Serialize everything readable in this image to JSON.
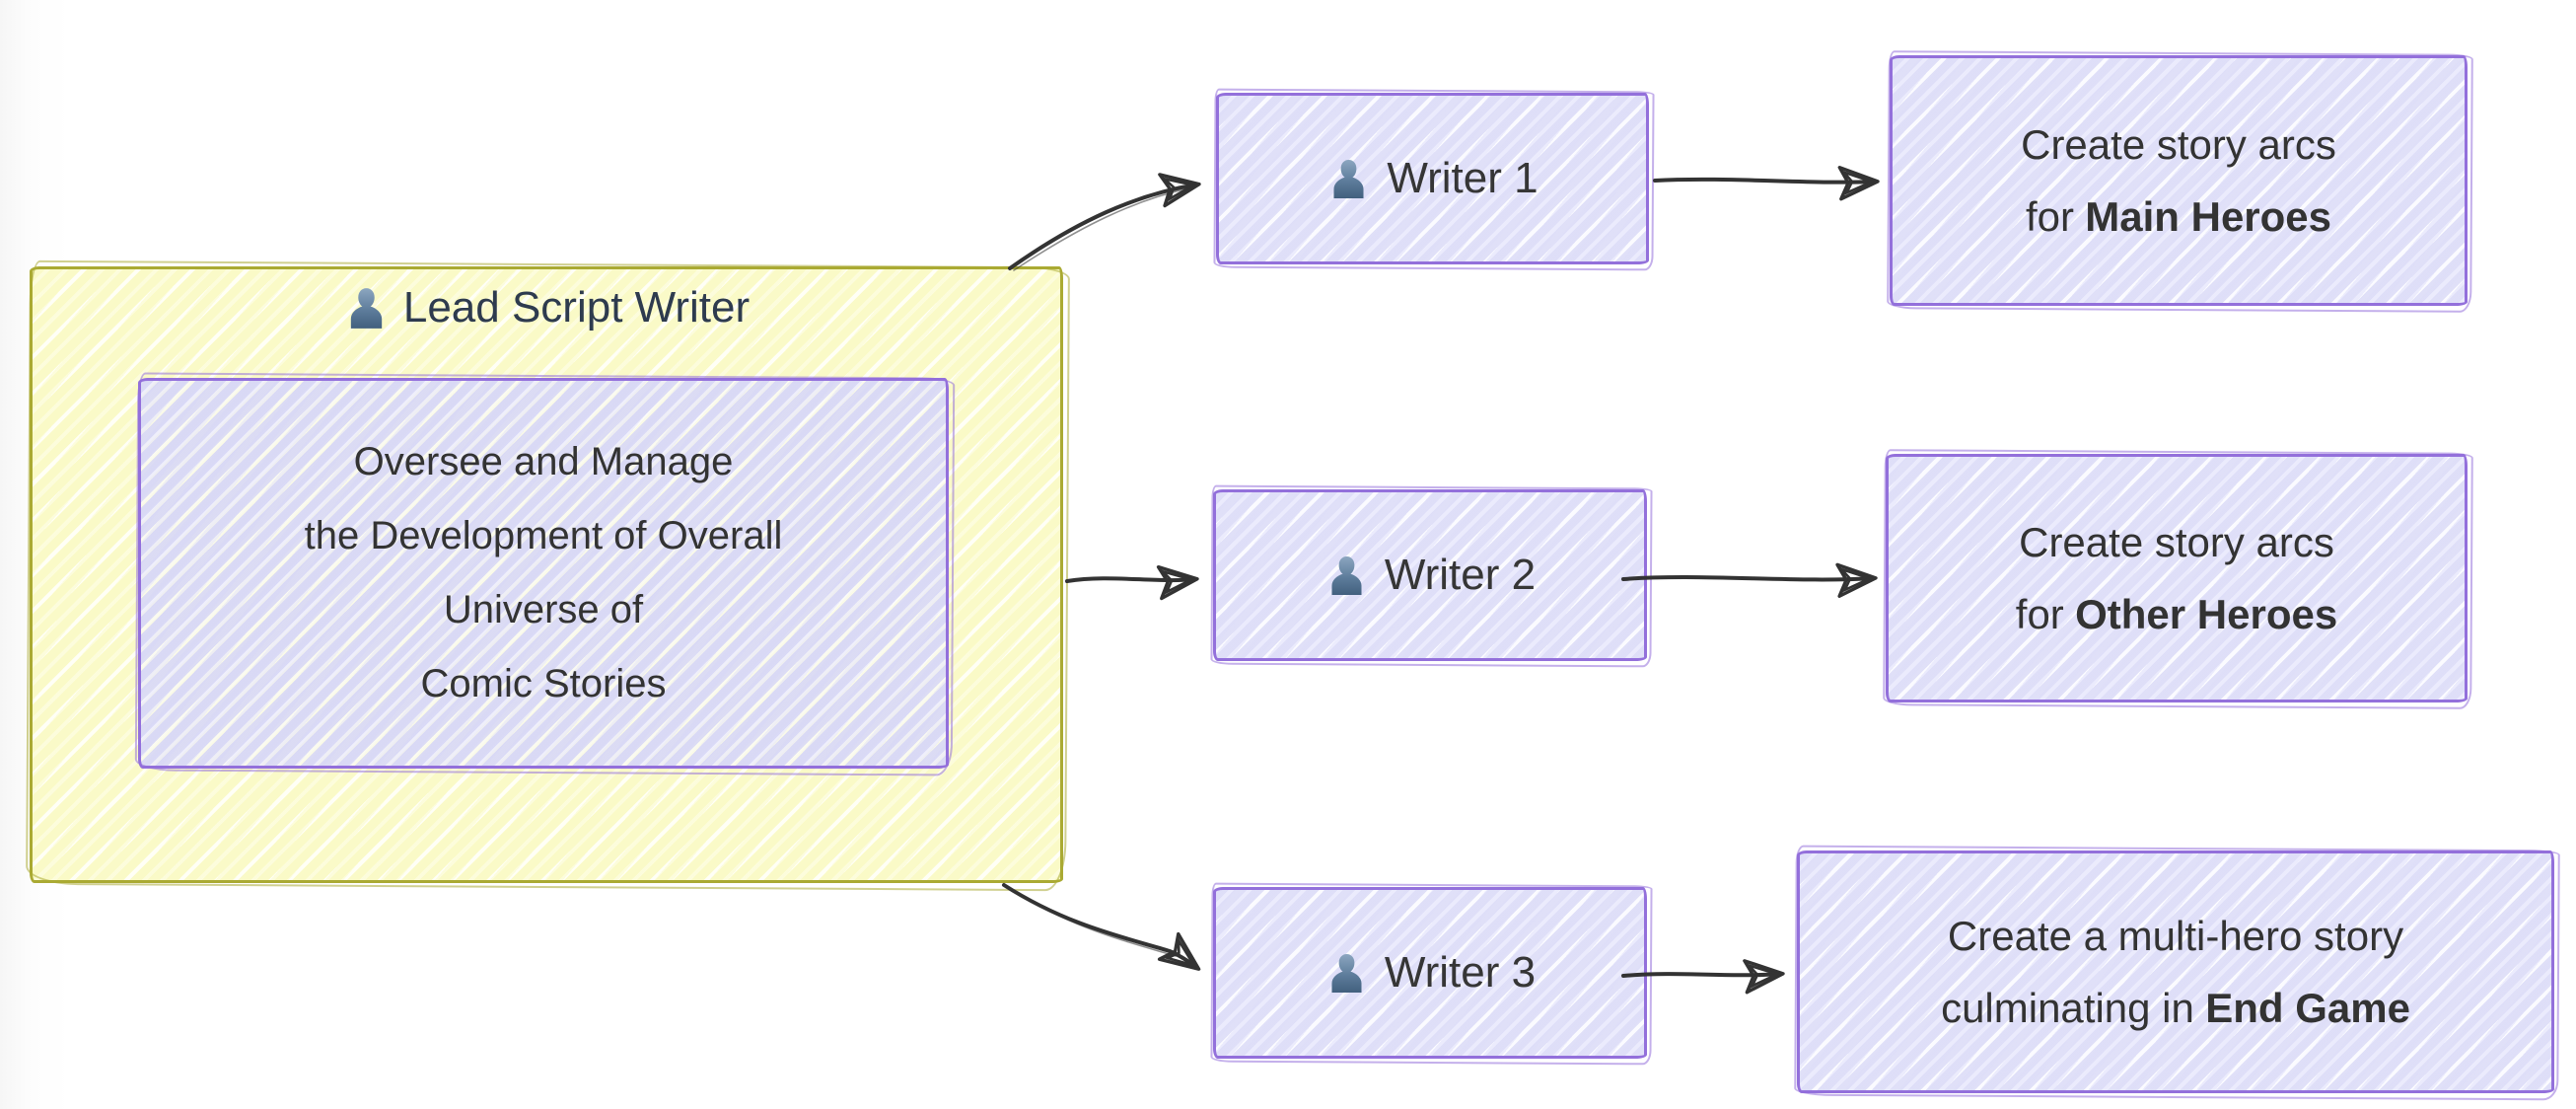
{
  "diagram_type": "flowchart-hand-drawn",
  "lead": {
    "label": "Lead Script Writer",
    "icon": "person-icon",
    "task_lines": [
      "Oversee and Manage",
      "the Development of Overall",
      "Universe of",
      "Comic Stories"
    ]
  },
  "rows": [
    {
      "writer": "Writer 1",
      "writer_icon": "person-icon",
      "task_line1": "Create story arcs",
      "task_line2_prefix": "for",
      "task_line2_bold": "Main Heroes"
    },
    {
      "writer": "Writer 2",
      "writer_icon": "person-icon",
      "task_line1": "Create story arcs",
      "task_line2_prefix": "for",
      "task_line2_bold": "Other Heroes"
    },
    {
      "writer": "Writer 3",
      "writer_icon": "person-icon",
      "task_line1": "Create a multi-hero story",
      "task_line2_prefix": "culminating in",
      "task_line2_bold": "End Game"
    }
  ],
  "edges": [
    {
      "from": "lead",
      "to": "writer-1"
    },
    {
      "from": "lead",
      "to": "writer-2"
    },
    {
      "from": "lead",
      "to": "writer-3"
    },
    {
      "from": "writer-1",
      "to": "task-main-heroes"
    },
    {
      "from": "writer-2",
      "to": "task-other-heroes"
    },
    {
      "from": "writer-3",
      "to": "task-end-game"
    }
  ],
  "colors": {
    "node_fill": "#ECECFF",
    "node_border": "#9370DB",
    "container_fill": "#FFFFDE",
    "container_border": "#AAAA33",
    "text": "#333333",
    "cluster_label_text": "#2E3B4E",
    "edge": "#333333",
    "person_icon_blue": "#5D7C9B",
    "background": "#FFFFFF"
  }
}
